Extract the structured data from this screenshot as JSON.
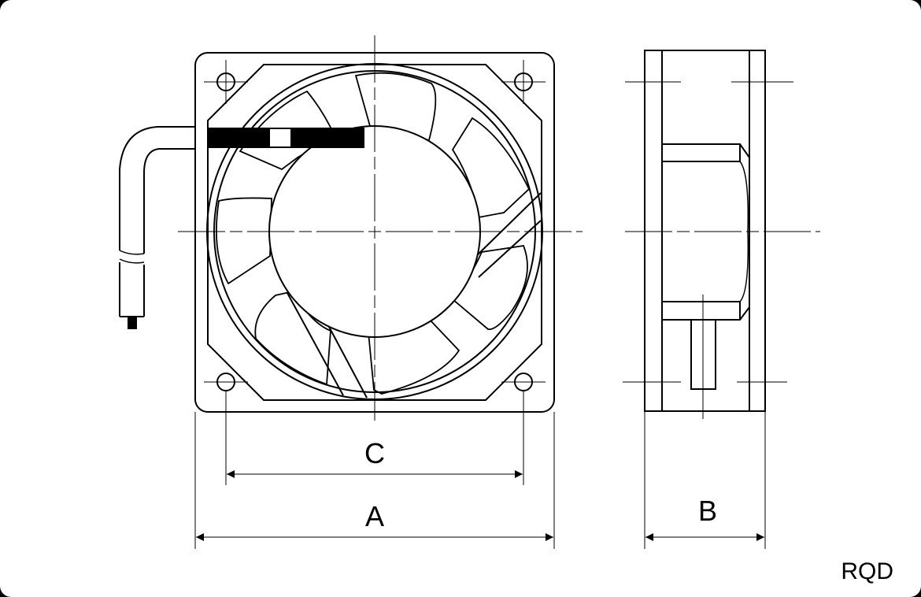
{
  "diagram": {
    "dimensions": {
      "width_label": "A",
      "depth_label": "B",
      "hole_spacing_label": "C"
    },
    "model_code": "RQD"
  }
}
